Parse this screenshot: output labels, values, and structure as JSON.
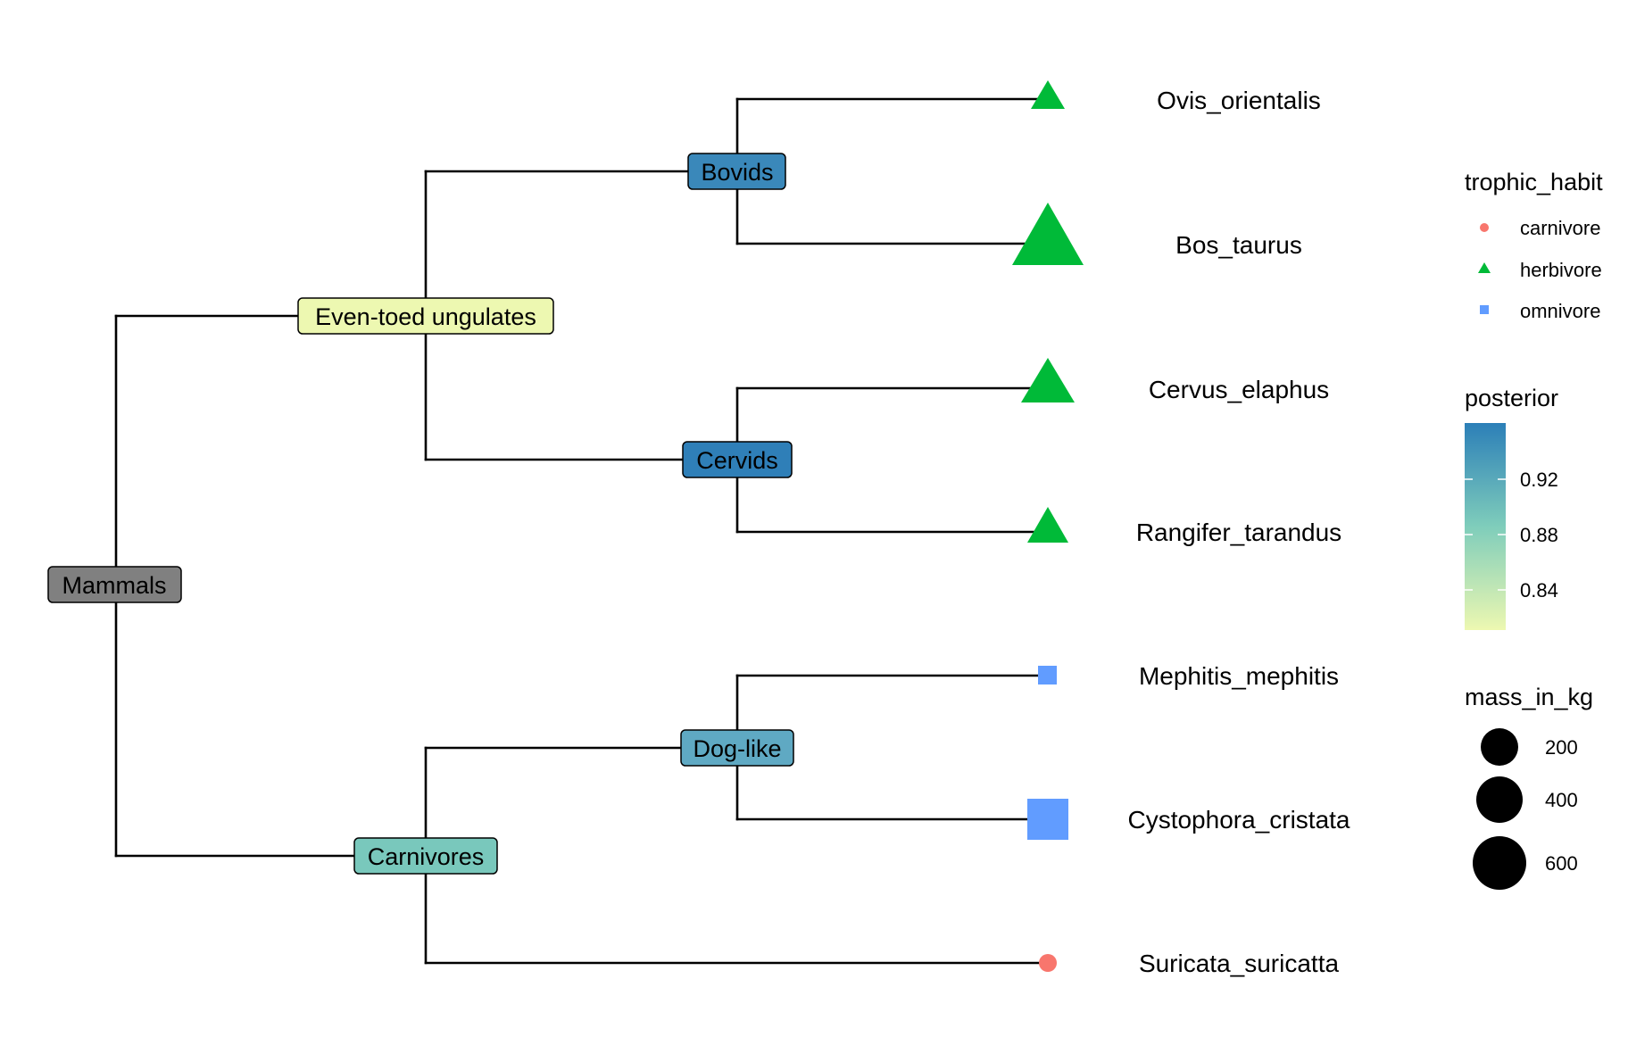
{
  "tree": {
    "root": {
      "label": "Mammals",
      "children": [
        {
          "label": "Even-toed ungulates",
          "children": [
            {
              "label": "Bovids",
              "children": [
                {
                  "tip": "Ovis_orientalis",
                  "trophic_habit": "herbivore",
                  "mass_in_kg": 40
                },
                {
                  "tip": "Bos_taurus",
                  "trophic_habit": "herbivore",
                  "mass_in_kg": 600
                }
              ]
            },
            {
              "label": "Cervids",
              "children": [
                {
                  "tip": "Cervus_elaphus",
                  "trophic_habit": "herbivore",
                  "mass_in_kg": 240
                },
                {
                  "tip": "Rangifer_tarandus",
                  "trophic_habit": "herbivore",
                  "mass_in_kg": 110
                }
              ]
            }
          ]
        },
        {
          "label": "Carnivores",
          "children": [
            {
              "label": "Dog-like",
              "children": [
                {
                  "tip": "Mephitis_mephitis",
                  "trophic_habit": "omnivore",
                  "mass_in_kg": 3
                },
                {
                  "tip": "Cystophora_cristata",
                  "trophic_habit": "omnivore",
                  "mass_in_kg": 300
                }
              ]
            },
            {
              "tip": "Suricata_suricatta",
              "trophic_habit": "carnivore",
              "mass_in_kg": 1
            }
          ]
        }
      ]
    }
  },
  "node_fills": {
    "Mammals": "#808080",
    "Even-toed ungulates": "#EDF8B1",
    "Bovids": "#3A88BA",
    "Cervids": "#2F7FB8",
    "Carnivores": "#79C8BC",
    "Dog-like": "#5FA9C3"
  },
  "legend": {
    "trophic_habit": {
      "title": "trophic_habit",
      "items": [
        {
          "label": "carnivore",
          "shape": "circle",
          "color": "#F8766D"
        },
        {
          "label": "herbivore",
          "shape": "triangle",
          "color": "#00BA38"
        },
        {
          "label": "omnivore",
          "shape": "square",
          "color": "#619CFF"
        }
      ]
    },
    "posterior": {
      "title": "posterior",
      "ticks": [
        "0.92",
        "0.88",
        "0.84"
      ],
      "low_color": "#EDF8B1",
      "high_color": "#2C7FB8"
    },
    "mass_in_kg": {
      "title": "mass_in_kg",
      "items": [
        "200",
        "400",
        "600"
      ]
    }
  }
}
